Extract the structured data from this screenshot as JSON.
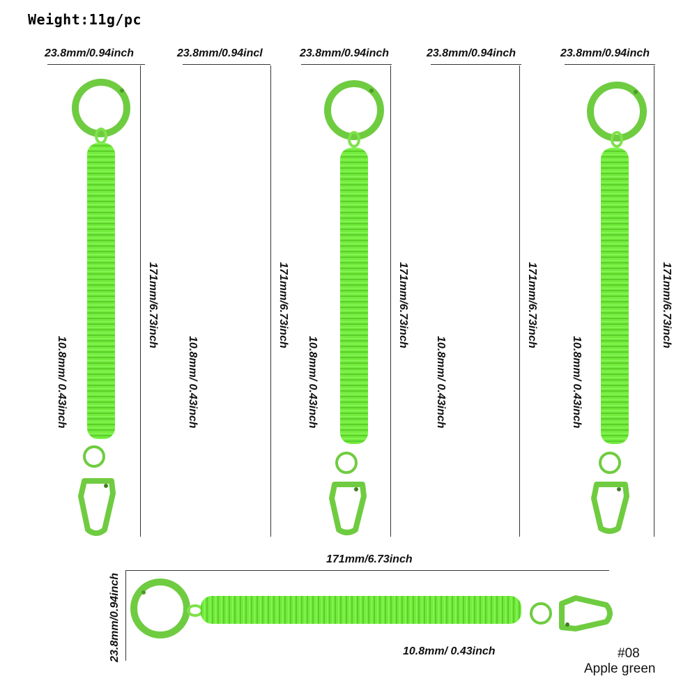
{
  "weight_text": "Weight:11g/pc",
  "width_label": "23.8mm/0.94inch",
  "width_label_clipped": "23.8mm/0.94incl",
  "length_label": "171mm/6.73inch",
  "diameter_label": "10.8mm/ 0.43inch",
  "variant": {
    "code": "#08",
    "color_name": "Apple green"
  },
  "colors": {
    "cord": "#6fe63a",
    "metal": "#72cc3f",
    "lines": "#333333"
  }
}
